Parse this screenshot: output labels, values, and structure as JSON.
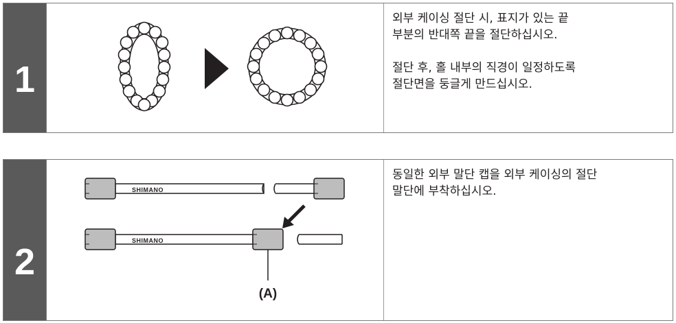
{
  "steps": [
    {
      "number": "1",
      "paragraphs": [
        "외부 케이싱 절단 시, 표지가 있는 끝\n부분의 반대쪽 끝을 절단하십시오.",
        "절단 후, 홀 내부의 직경이 일정하도록\n절단면을 둥글게 만드십시오."
      ]
    },
    {
      "number": "2",
      "paragraphs": [
        "동일한 외부 말단 캡을 외부 케이싱의 절단\n말단에 부착하십시오."
      ],
      "figure": {
        "brand_label": "SHIMANO",
        "callout": "(A)"
      }
    }
  ]
}
